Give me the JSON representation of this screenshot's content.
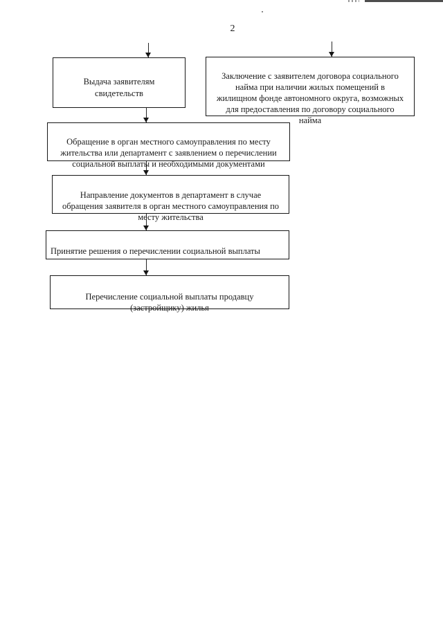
{
  "page": {
    "number": "2"
  },
  "flowchart": {
    "boxes": [
      {
        "name": "issue-certificates",
        "text": "Выдача заявителям\nсвидетельств"
      },
      {
        "name": "social-tenancy-agreement",
        "text": "Заключение с заявителем договора социального\nнайма при наличии жилых помещений в\nжилищном фонде автономного округа, возможных\nдля предоставления по договору социального\nнайма"
      },
      {
        "name": "application-to-authority",
        "text": "Обращение в орган местного самоуправления по месту\nжительства или департамент с заявлением о перечислении\nсоциальной выплаты и необходимыми документами"
      },
      {
        "name": "forward-documents",
        "text": "Направление документов в департамент в случае\nобращения заявителя в орган местного самоуправления по\nместу жительства"
      },
      {
        "name": "transfer-decision",
        "text": "Принятие решения о перечислении социальной выплаты"
      },
      {
        "name": "transfer-payment",
        "text": "Перечисление социальной выплаты продавцу\n(застройщику) жилья"
      }
    ]
  }
}
